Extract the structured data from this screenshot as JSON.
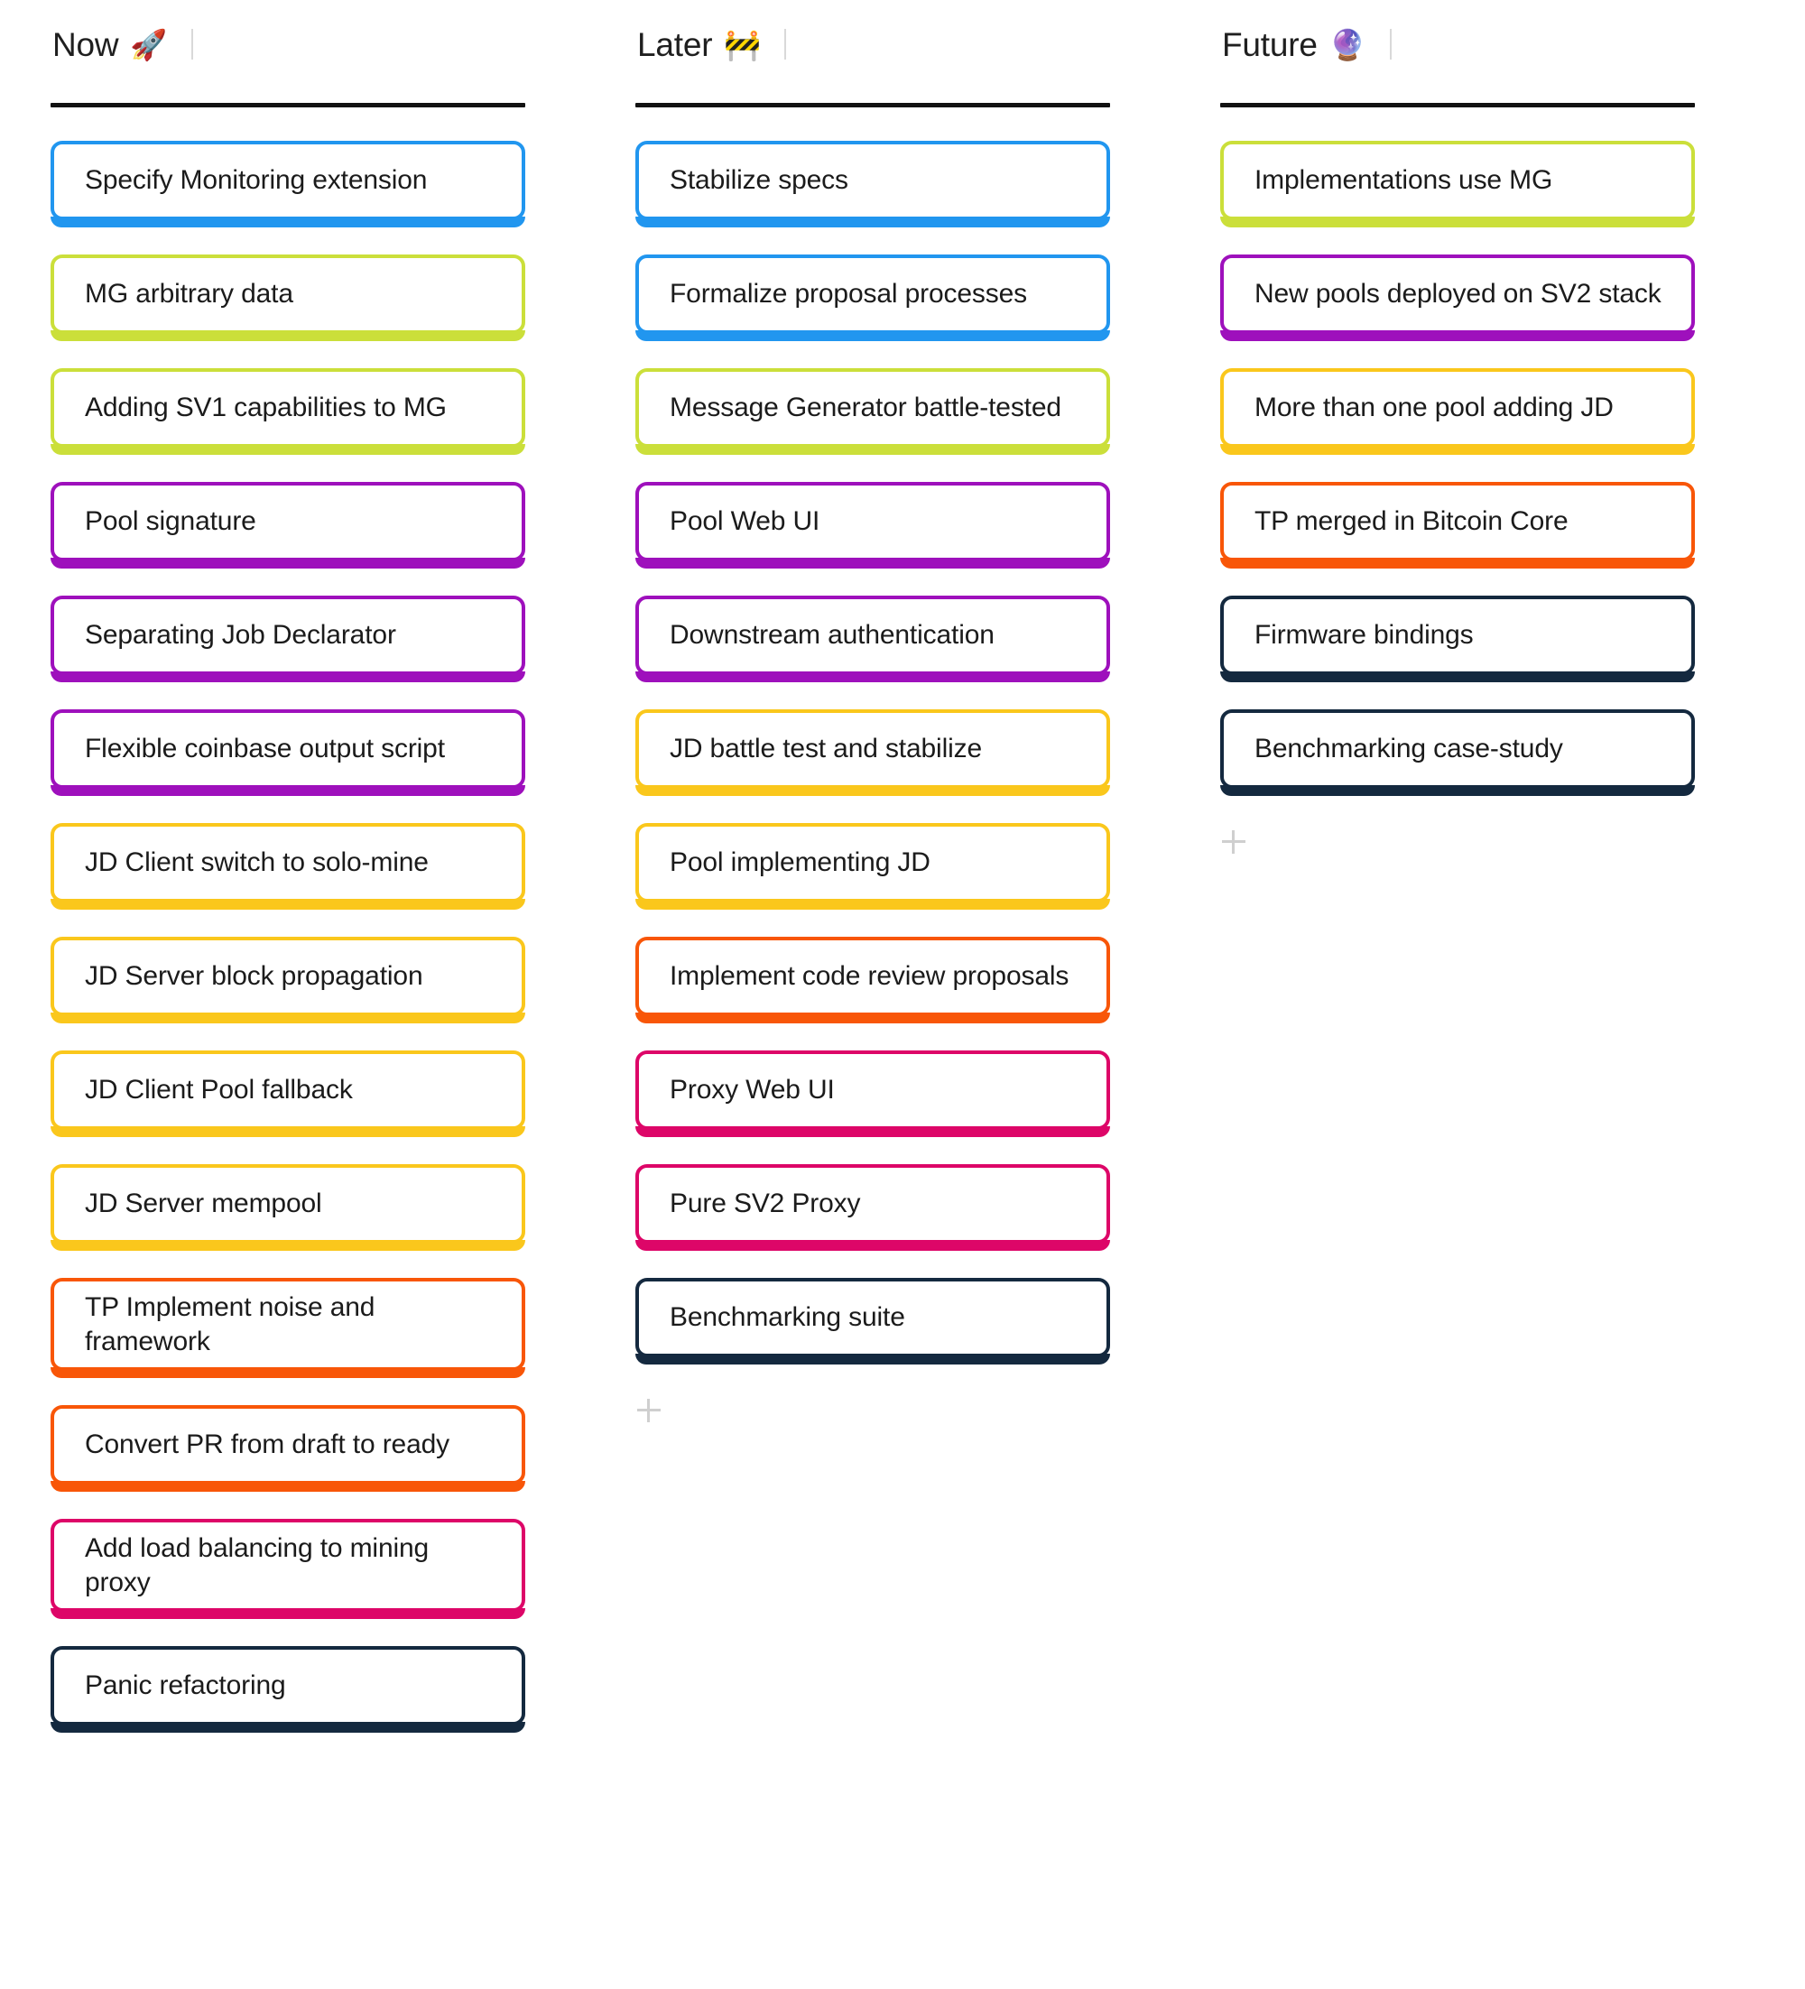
{
  "palette": {
    "blue": "#2196EF",
    "lime": "#CBDF3A",
    "purple": "#9E10BC",
    "yellow": "#FAC71C",
    "orange": "#F85608",
    "pink": "#DD0668",
    "navy": "#14293F"
  },
  "add_button": {
    "icon": "plus-icon",
    "label": "+"
  },
  "columns": [
    {
      "id": "now",
      "title": "Now",
      "emoji": "🚀",
      "emoji_name": "rocket-emoji",
      "cards": [
        {
          "label": "Specify Monitoring extension",
          "color": "blue"
        },
        {
          "label": "MG arbitrary data",
          "color": "lime"
        },
        {
          "label": "Adding SV1 capabilities to MG",
          "color": "lime"
        },
        {
          "label": "Pool signature",
          "color": "purple"
        },
        {
          "label": "Separating Job Declarator",
          "color": "purple"
        },
        {
          "label": "Flexible coinbase output script",
          "color": "purple"
        },
        {
          "label": "JD Client switch to solo-mine",
          "color": "yellow"
        },
        {
          "label": "JD Server block propagation",
          "color": "yellow"
        },
        {
          "label": "JD Client Pool fallback",
          "color": "yellow"
        },
        {
          "label": "JD Server mempool",
          "color": "yellow"
        },
        {
          "label": "TP Implement noise and framework",
          "color": "orange"
        },
        {
          "label": "Convert PR from draft to ready",
          "color": "orange"
        },
        {
          "label": "Add load balancing to mining proxy",
          "color": "pink"
        },
        {
          "label": "Panic refactoring",
          "color": "navy"
        }
      ],
      "has_add": false
    },
    {
      "id": "later",
      "title": "Later",
      "emoji": "🚧",
      "emoji_name": "construction-emoji",
      "cards": [
        {
          "label": "Stabilize specs",
          "color": "blue"
        },
        {
          "label": "Formalize proposal processes",
          "color": "blue"
        },
        {
          "label": "Message Generator battle-tested",
          "color": "lime"
        },
        {
          "label": "Pool Web UI",
          "color": "purple"
        },
        {
          "label": "Downstream authentication",
          "color": "purple"
        },
        {
          "label": "JD battle test and stabilize",
          "color": "yellow"
        },
        {
          "label": "Pool implementing JD",
          "color": "yellow"
        },
        {
          "label": "Implement code review proposals",
          "color": "orange"
        },
        {
          "label": "Proxy Web UI",
          "color": "pink"
        },
        {
          "label": "Pure SV2 Proxy",
          "color": "pink"
        },
        {
          "label": "Benchmarking suite",
          "color": "navy"
        }
      ],
      "has_add": true
    },
    {
      "id": "future",
      "title": "Future",
      "emoji": "🔮",
      "emoji_name": "crystal-ball-emoji",
      "cards": [
        {
          "label": "Implementations use MG",
          "color": "lime"
        },
        {
          "label": "New pools deployed on SV2 stack",
          "color": "purple"
        },
        {
          "label": "More than one pool adding JD",
          "color": "yellow"
        },
        {
          "label": "TP merged in Bitcoin Core",
          "color": "orange"
        },
        {
          "label": "Firmware bindings",
          "color": "navy"
        },
        {
          "label": "Benchmarking case-study",
          "color": "navy"
        }
      ],
      "has_add": true
    }
  ]
}
